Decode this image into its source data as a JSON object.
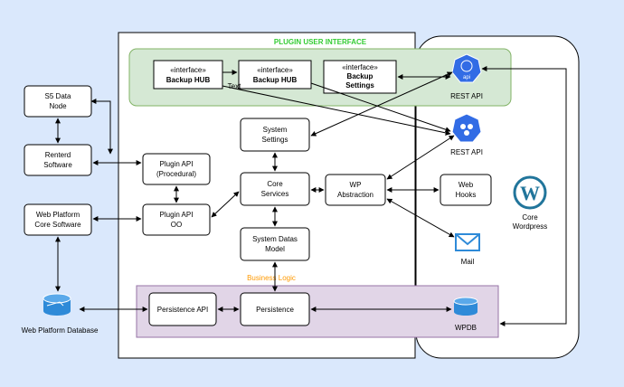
{
  "colors": {
    "background": "#dae8fc",
    "ui_group_fill": "#d5e8d4",
    "ui_group_stroke": "#82b366",
    "ui_group_title": "#33cc33",
    "business_fill": "#e1d5e7",
    "business_stroke": "#9673a6",
    "business_title": "#ff9900",
    "db_icon": "#2e8ad8",
    "k8s_icon": "#326ce5",
    "wp_icon": "#21759b",
    "mail_icon": "#2e8ad8"
  },
  "groups": {
    "plugin_ui": "PLUGIN USER INTERFACE",
    "business_logic": "Business Logic"
  },
  "nodes": {
    "s5_data_node": [
      "S5 Data",
      "Node"
    ],
    "renterd_software": [
      "Renterd",
      "Software"
    ],
    "web_platform_core": [
      "Web Platform",
      "Core Software"
    ],
    "web_platform_db": "Web Platform Database",
    "plugin_api_procedural": [
      "Plugin API",
      "(Procedural)"
    ],
    "plugin_api_oo": [
      "Plugin API",
      "OO"
    ],
    "system_settings": [
      "System",
      "Settings"
    ],
    "core_services": [
      "Core",
      "Services"
    ],
    "system_datas_model": [
      "System Datas",
      "Model"
    ],
    "wp_abstraction": [
      "WP",
      "Abstraction"
    ],
    "web_hooks": [
      "Web",
      "Hooks"
    ],
    "persistence_api": "Persistence API",
    "persistence": "Persistence",
    "wpdb": "WPDB",
    "mail": "Mail",
    "rest_api_top": "REST API",
    "rest_api_mid": "REST API",
    "core_wordpress": [
      "Core",
      "Wordpress"
    ],
    "api_badge": "api",
    "wp_logo_letter": "W"
  },
  "interfaces": [
    {
      "stereotype": "«interface»",
      "name": [
        "Backup HUB"
      ]
    },
    {
      "stereotype": "«interface»",
      "name": [
        "Backup HUB"
      ]
    },
    {
      "stereotype": "«interface»",
      "name": [
        "Backup",
        "Settings"
      ]
    }
  ],
  "edge_label": "Text",
  "icons": {
    "db": "database-icon",
    "k8s": "kubernetes-api-icon",
    "wordpress": "wordpress-logo",
    "mail": "mail-icon"
  }
}
